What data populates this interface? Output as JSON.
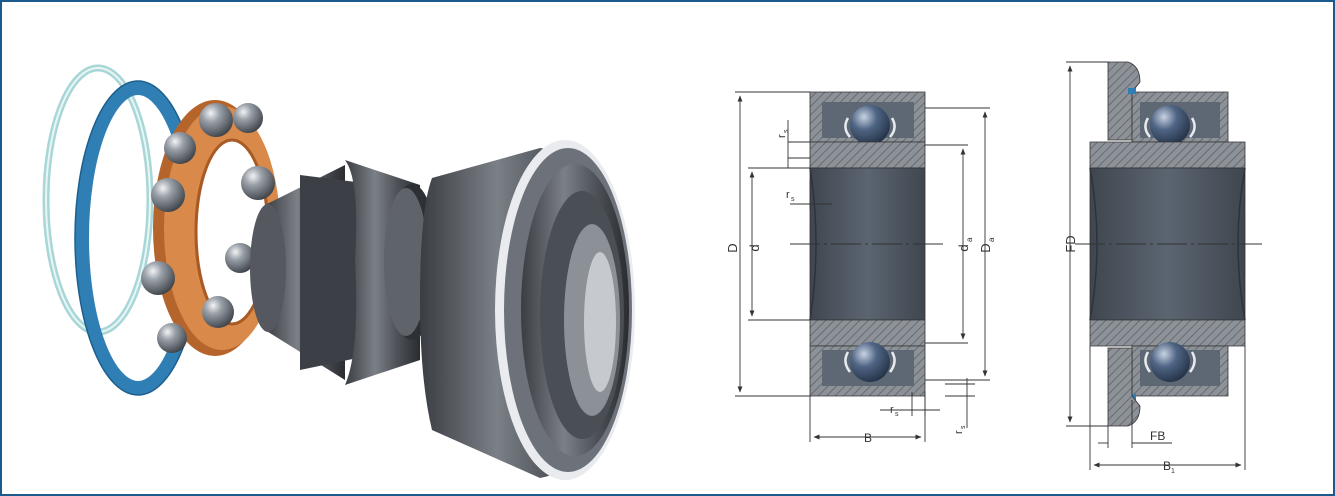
{
  "colors": {
    "frame_border": "#1a5a8c",
    "metal_dark": "#4a4e55",
    "metal_mid": "#6a6f76",
    "metal_light": "#b8bcc2",
    "cage_orange": "#c8783a",
    "seal_blue": "#2f7fb5",
    "ring_pale": "#a9d6d6",
    "section_fill": "#5d6874",
    "hatch_fill": "#8a8f95",
    "ball_blue": "#4a5f7f",
    "dim_line": "#333333"
  },
  "section_left": {
    "labels": {
      "D": "D",
      "d": "d",
      "d_a": "d",
      "d_a_sub": "a",
      "D_a": "D",
      "D_a_sub": "a",
      "r_s_top": "r",
      "r_s_top_sub": "s",
      "r_s_inner": "r",
      "r_s_inner_sub": "s",
      "r_s_bottom": "r",
      "r_s_bottom_sub": "s",
      "r_s_right": "r",
      "r_s_right_sub": "s",
      "B": "B"
    }
  },
  "section_right": {
    "labels": {
      "FD": "FD",
      "FB": "FB",
      "B1": "B",
      "B1_sub": "1"
    }
  }
}
